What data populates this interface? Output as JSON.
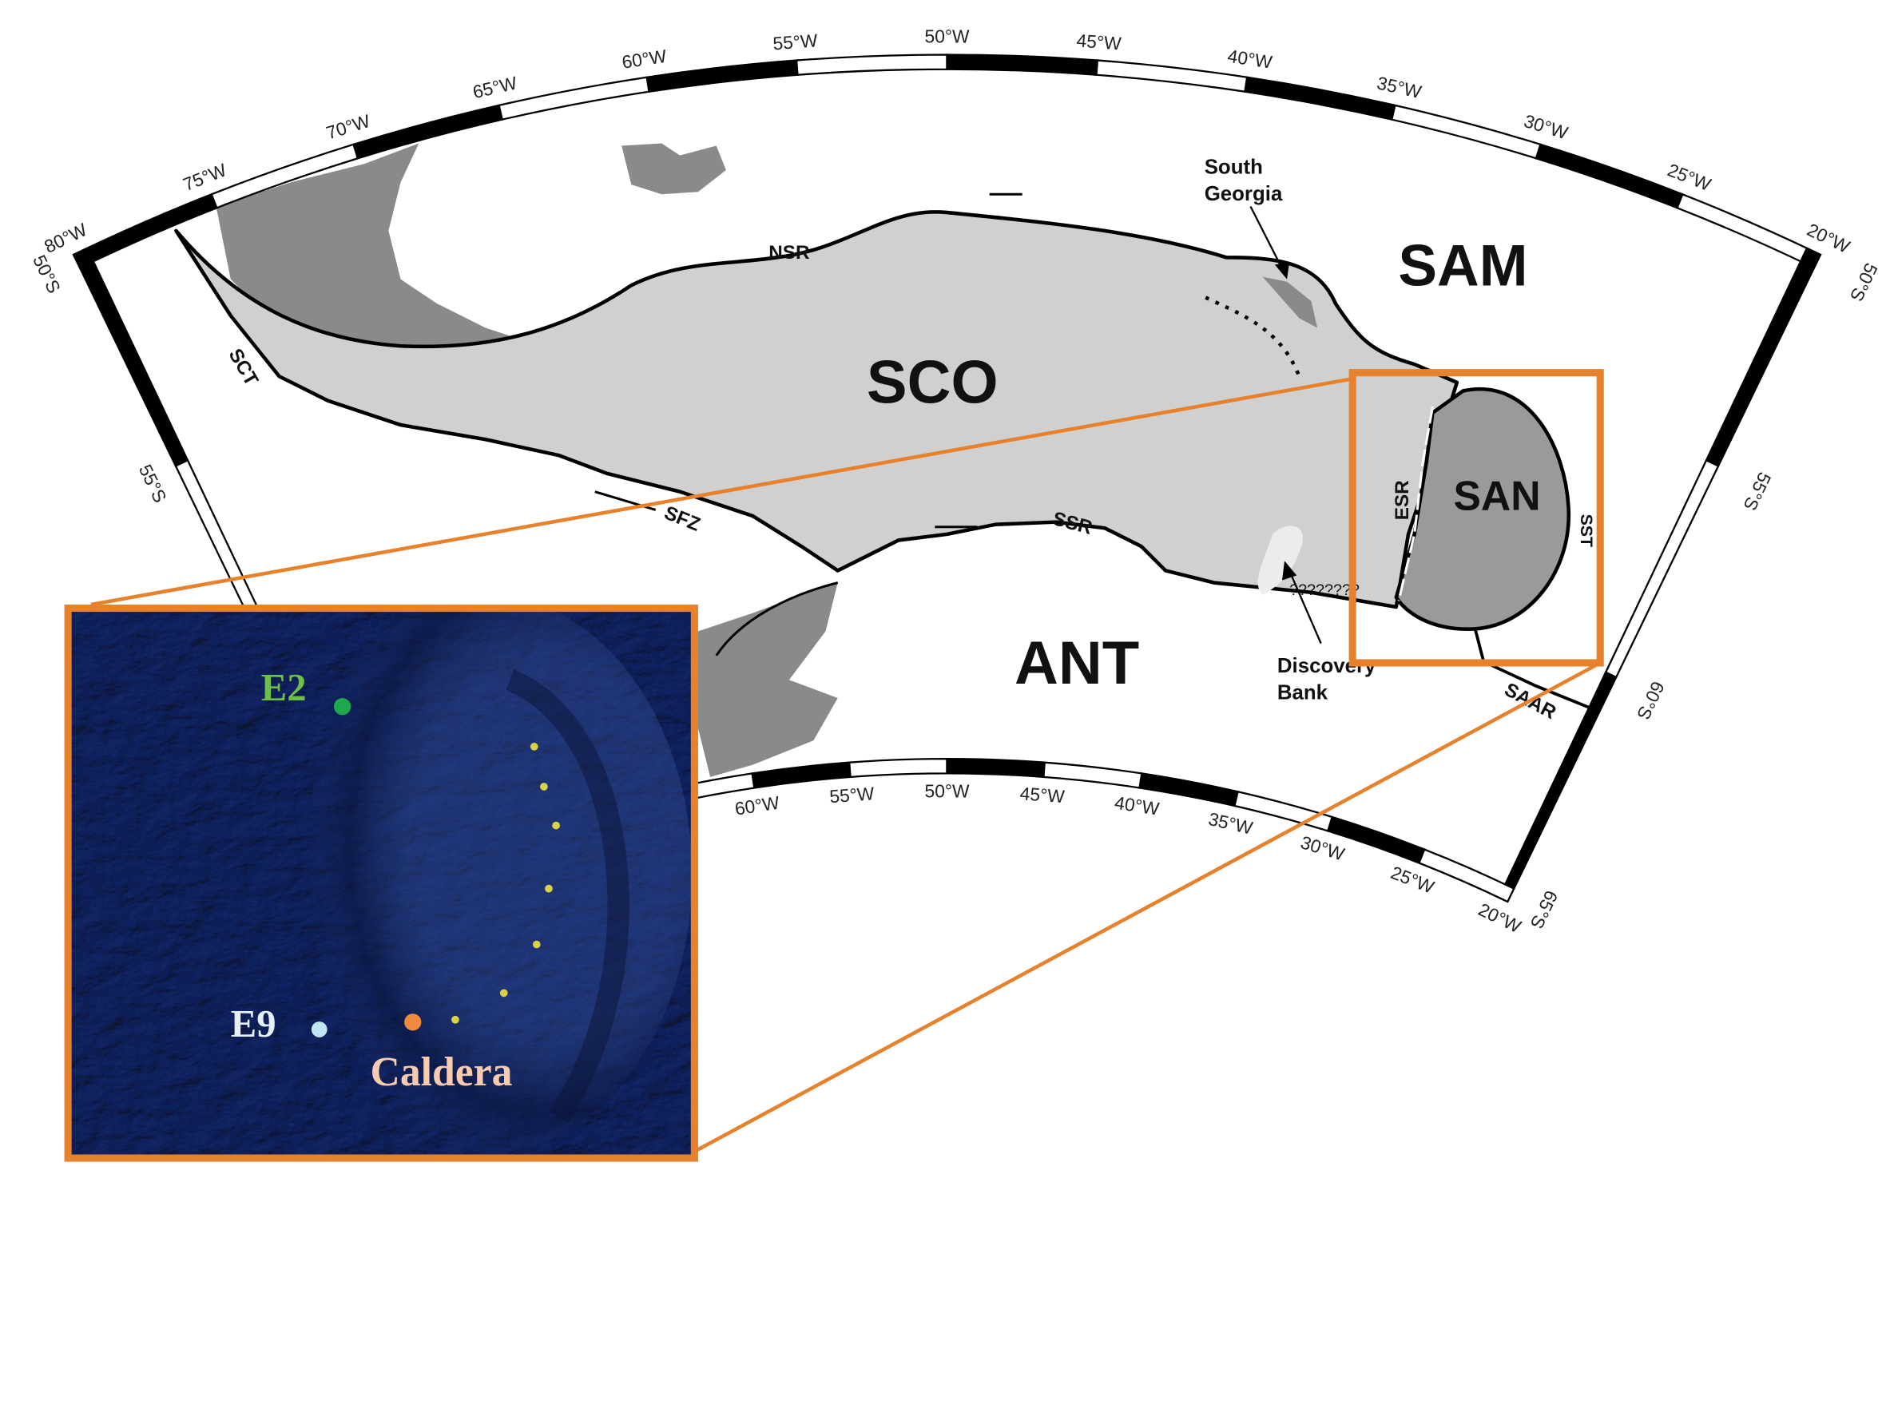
{
  "map": {
    "top_longitude_labels": [
      {
        "lon": 80,
        "text": "80°W"
      },
      {
        "lon": 75,
        "text": "75°W"
      },
      {
        "lon": 70,
        "text": "70°W"
      },
      {
        "lon": 65,
        "text": "65°W"
      },
      {
        "lon": 60,
        "text": "60°W"
      },
      {
        "lon": 55,
        "text": "55°W"
      },
      {
        "lon": 50,
        "text": "50°W"
      },
      {
        "lon": 45,
        "text": "45°W"
      },
      {
        "lon": 40,
        "text": "40°W"
      },
      {
        "lon": 35,
        "text": "35°W"
      },
      {
        "lon": 30,
        "text": "30°W"
      },
      {
        "lon": 25,
        "text": "25°W"
      },
      {
        "lon": 20,
        "text": "20°W"
      }
    ],
    "bottom_longitude_labels": [
      {
        "lon": 60,
        "text": "60°W"
      },
      {
        "lon": 55,
        "text": "55°W"
      },
      {
        "lon": 50,
        "text": "50°W"
      },
      {
        "lon": 45,
        "text": "45°W"
      },
      {
        "lon": 40,
        "text": "40°W"
      },
      {
        "lon": 35,
        "text": "35°W"
      },
      {
        "lon": 30,
        "text": "30°W"
      },
      {
        "lon": 25,
        "text": "25°W"
      },
      {
        "lon": 20,
        "text": "20°W"
      }
    ],
    "left_latitude_labels": [
      {
        "lat": 50,
        "text": "50°S"
      },
      {
        "lat": 55,
        "text": "55°S"
      }
    ],
    "right_latitude_labels": [
      {
        "lat": 50,
        "text": "50°S"
      },
      {
        "lat": 55,
        "text": "55°S"
      },
      {
        "lat": 60,
        "text": "60°S"
      },
      {
        "lat": 65,
        "text": "65°S"
      }
    ],
    "extent": {
      "lon_west": 80,
      "lon_east": 20,
      "lat_north": 50,
      "lat_south": 65
    },
    "plates": {
      "sam": "SAM",
      "sco": "SCO",
      "ant": "ANT",
      "san": "SAN"
    },
    "features": {
      "nsr": "NSR",
      "sct": "SCT",
      "sfz": "SFZ",
      "ssr": "SSR",
      "esr": "ESR",
      "sst": "SST",
      "saar": "SAAR",
      "south_georgia_1": "South",
      "south_georgia_2": "Georgia",
      "discovery_bank_1": "Discovery",
      "discovery_bank_2": "Bank",
      "uncertain": "????????"
    },
    "colors": {
      "highlight": "#e8812c",
      "plate_sco": "#d0d0d0",
      "plate_san": "#9a9a9a",
      "land": "#8a8a8a"
    }
  },
  "inset": {
    "sites": [
      {
        "label": "E2",
        "color": "#1fa84d",
        "label_color": "#6cc04a"
      },
      {
        "label": "E9",
        "color": "#bfe6f2",
        "label_color": "#e6f0fa"
      },
      {
        "label": "Caldera",
        "color": "#f08a3e",
        "label_color": "#f7cbb0"
      }
    ],
    "ocean_color": "#1f3473"
  }
}
